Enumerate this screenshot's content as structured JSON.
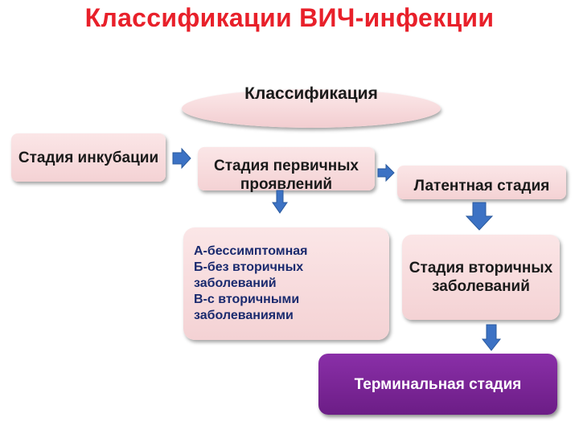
{
  "title": "Классификации ВИЧ-инфекции",
  "center": {
    "label": "Классификация"
  },
  "stages": {
    "incubation": "Стадия инкубации",
    "primary": "Стадия первичных проявлений",
    "latent": "Латентная стадия",
    "secondary": "Стадия вторичных заболеваний",
    "terminal": "Терминальная стадия"
  },
  "substages": [
    "А-бессимптомная",
    "Б-без вторичных заболеваний",
    "В-с вторичными заболеваниями"
  ],
  "colors": {
    "title": "#e8202a",
    "box_fill": "#f4d2d4",
    "arrow": "#3c72c4",
    "terminal_fill": "#6c1d86",
    "substage_text": "#1a2a6e"
  }
}
